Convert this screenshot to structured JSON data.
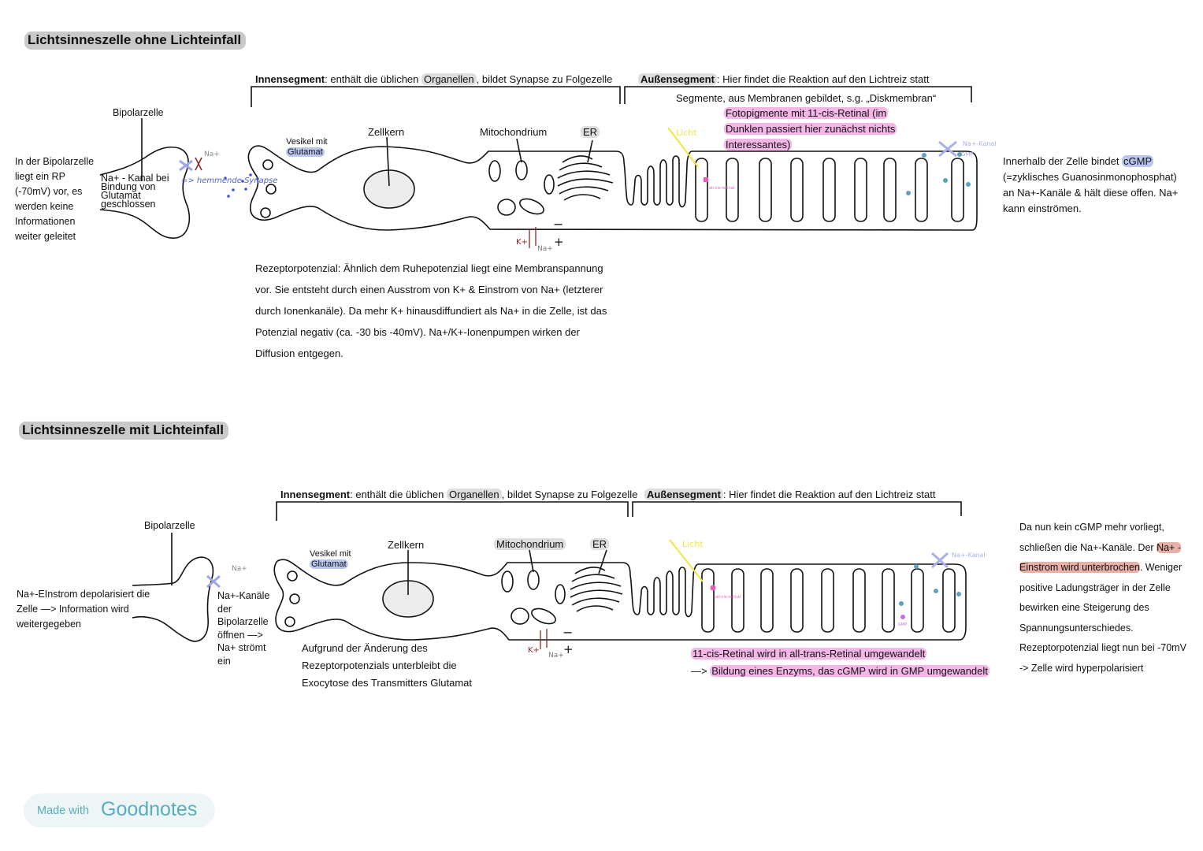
{
  "top": {
    "heading": "Lichtsinneszelle ohne Lichteinfall",
    "innensegment": {
      "bold": "Innensegment",
      "pre": ": enthält die üblichen ",
      "hl": "Organellen",
      "post": ", bildet Synapse zu Folgezelle"
    },
    "aussensegment": {
      "bold": "Außensegment",
      "rest": ": Hier findet die Reaktion auf den Lichtreiz statt"
    },
    "segmente": "Segmente, aus Membranen gebildet, s.g. „Diskmembran“",
    "fotopigmente": [
      "Fotopigmente mit 11-cis-Retinal (im",
      "Dunklen passiert hier zunächst nichts",
      "Interessantes)"
    ],
    "bipolarzelle": "Bipolarzelle",
    "bipolar_text": [
      "In der Bipolarzelle",
      "liegt ein RP",
      "(-70mV) vor, es",
      "werden keine",
      "Informationen",
      "weiter geleitet"
    ],
    "kanal": [
      "Na+ - Kanal bei",
      "Bindung von",
      "Glutamat",
      "geschlossen"
    ],
    "vesikel": "Vesikel mit",
    "glutamat": "Glutamat",
    "zellkern": "Zellkern",
    "mitochondrium": "Mitochondrium",
    "er": "ER",
    "right_text": {
      "pre": "Innerhalb der Zelle bindet ",
      "hl": "cGMP",
      "lines": [
        "(=zyklisches Guanosinmonophosphat)",
        "an Na+-Kanäle & hält diese offen. Na+",
        "kann einströmen."
      ]
    },
    "rezeptor": [
      "Rezeptorpotenzial: Ähnlich dem Ruhepotenzial liegt eine Membranspannung",
      "vor. Sie entsteht durch einen Ausstrom von K+ & Einstrom von Na+  (letzterer",
      "durch Ionenkanäle). Da mehr K+ hinausdiffundiert als Na+ in die Zelle, ist das",
      "Potenzial negativ (ca. -30 bis -40mV). Na+/K+-Ionenpumpen wirken der",
      "Diffusion entgegen."
    ],
    "hand": {
      "na": "Na+",
      "hemmende": "=> hemmende Synapse",
      "licht": "Licht",
      "cis": "all-cis-retinal",
      "na_kanal": "Na+-Kanal",
      "cgmp": "cGMP",
      "k": "K+",
      "na2": "Na+",
      "minus": "−",
      "plus": "+"
    }
  },
  "bottom": {
    "heading": "Lichtsinneszelle mit Lichteinfall",
    "innensegment": {
      "bold": "Innensegment",
      "pre": ": enthält die üblichen ",
      "hl": "Organellen",
      "post": ", bildet Synapse zu Folgezelle"
    },
    "aussensegment": {
      "bold": "Außensegment",
      "rest": ": Hier findet die Reaktion auf den Lichtreiz statt"
    },
    "bipolarzelle": "Bipolarzelle",
    "left_text": [
      "Na+-EInstrom depolarisiert die",
      "Zelle —> Information wird",
      "weitergegeben"
    ],
    "kanale": [
      "Na+-Kanäle",
      "der",
      "Bipolarzelle",
      "öffnen —>",
      "Na+ strömt",
      "ein"
    ],
    "vesikel": "Vesikel mit",
    "glutamat": "Glutamat",
    "zellkern": "Zellkern",
    "mitochondrium": "Mitochondrium",
    "er": "ER",
    "aufgrund": [
      "Aufgrund der Änderung des",
      "Rezeptorpotenzials unterbleibt die",
      "Exocytose des Transmitters Glutamat"
    ],
    "retinal1": "11-cis-Retinal wird in all-trans-Retinal umgewandelt",
    "retinal2_pre": "—> ",
    "retinal2_hl": "Bildung eines Enzyms, das cGMP wird in GMP umgewandelt",
    "right": {
      "l1": "Da nun kein cGMP mehr vorliegt,",
      "l2_pre": "schließen die Na+-Kanäle. Der ",
      "l2_hl": "Na+ -",
      "l3_hl": "Einstrom wird unterbrochen",
      "l3_post": ". Weniger",
      "rest": [
        "positive Ladungsträger in  der Zelle",
        "bewirken eine Steigerung des",
        "Spannungsunterschiedes.",
        "Rezeptorpotenzial liegt nun bei -70mV",
        "-> Zelle wird hyperpolarisiert"
      ]
    },
    "hand": {
      "na": "Na+",
      "licht": "Licht",
      "cis": "all-cis-retinal",
      "na_kanal": "Na+-Kanal",
      "gmp": "GMP",
      "k": "K+",
      "na2": "Na+",
      "minus": "−",
      "plus": "+"
    }
  },
  "footer": {
    "made_with": "Made with",
    "brand": "Goodnotes"
  },
  "colors": {
    "heading_bg": "#c9c9c9",
    "blue_hl": "#b9c6ef",
    "pink_hl": "#f4b6e7",
    "salmon_hl": "#e9b0a8",
    "teal_dot": "#5f9fc0",
    "brand": "#58aebd",
    "licht": "#f2e641",
    "ion": "#8a2a2a"
  }
}
